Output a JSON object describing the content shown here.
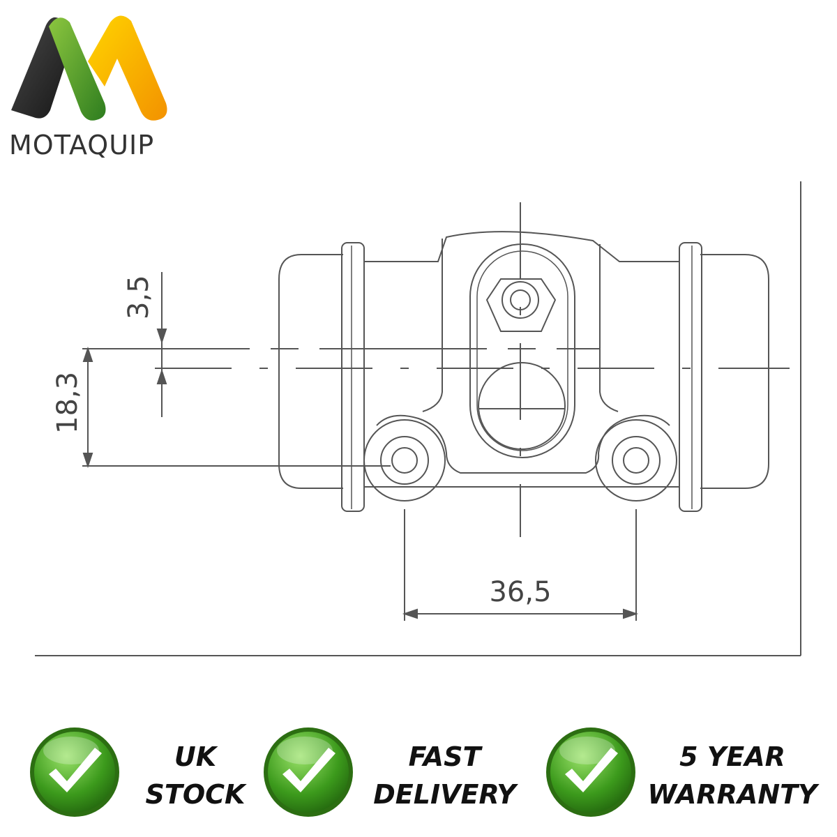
{
  "brand": {
    "name": "MOTAQUIP",
    "colors": {
      "dark": "#2b2b2b",
      "green": "#4a9a2a",
      "yellow": "#f0b400"
    }
  },
  "drawing": {
    "dimensions": {
      "offset": "3,5",
      "height": "18,3",
      "hole_spacing": "36,5"
    }
  },
  "badges": [
    {
      "icon": "check-icon",
      "line1": "UK",
      "line2": "STOCK"
    },
    {
      "icon": "check-icon",
      "line1": "FAST",
      "line2": "DELIVERY"
    },
    {
      "icon": "check-icon",
      "line1": "5 YEAR",
      "line2": "WARRANTY"
    }
  ]
}
